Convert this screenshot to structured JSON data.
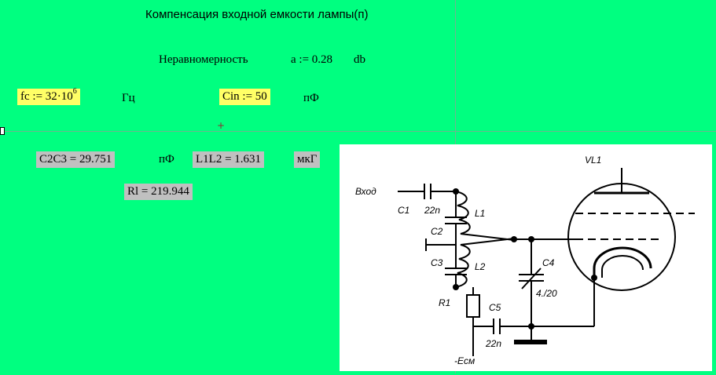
{
  "title": "Компенсация входной емкости лампы(п)",
  "ripple": {
    "label": "Неравномерность",
    "expr": "a := 0.28",
    "unit": "db"
  },
  "fc": {
    "base": "fc := 32·10",
    "exp": "6",
    "unit": "Гц"
  },
  "cin": {
    "expr": "Cin := 50",
    "unit": "пФ"
  },
  "results": {
    "c2c3": "C2C3 = 29.751",
    "c2c3_unit": "пФ",
    "l1l2": "L1L2 = 1.631",
    "l1l2_unit": "мкГ",
    "rl": "Rl = 219.944"
  },
  "cursor_glyph": "+",
  "schematic": {
    "input": "Вход",
    "c1": "C1",
    "c1_val": "22n",
    "l1": "L1",
    "l2": "L2",
    "c2": "C2",
    "c3": "C3",
    "r1": "R1",
    "c4": "C4",
    "c4_val": "4./20",
    "c5": "C5",
    "c5_val": "22n",
    "bias": "-Есм",
    "tube": "VL1"
  }
}
